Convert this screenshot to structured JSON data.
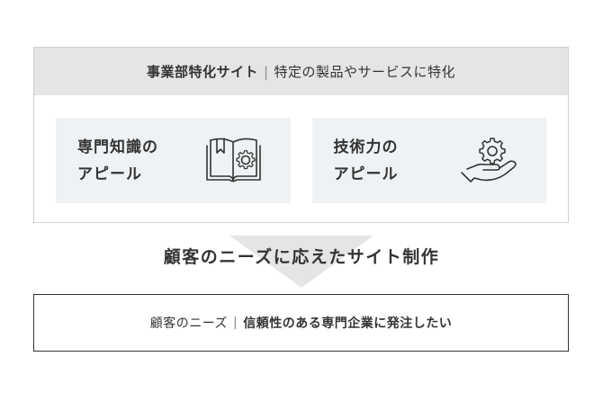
{
  "top_panel": {
    "title": "事業部特化サイト",
    "separator": "|",
    "subtitle": "特定の製品やサービスに特化",
    "cards": [
      {
        "line1": "専門知識の",
        "line2": "アピール",
        "icon": "book-gear-icon"
      },
      {
        "line1": "技術力の",
        "line2": "アピール",
        "icon": "hand-gear-icon"
      }
    ]
  },
  "arrow": {
    "color": "#e3e5e6",
    "icon": "down-arrow"
  },
  "middle": {
    "title": "顧客のニーズに応えたサイト制作"
  },
  "bottom_panel": {
    "title": "顧客のニーズ",
    "separator": "|",
    "subtitle": "信頼性のある専門企業に発注したい"
  },
  "colors": {
    "header_bg": "#e3e5e6",
    "card_bg": "#eff2f4",
    "text": "#333333",
    "border": "#cfcfcf"
  }
}
